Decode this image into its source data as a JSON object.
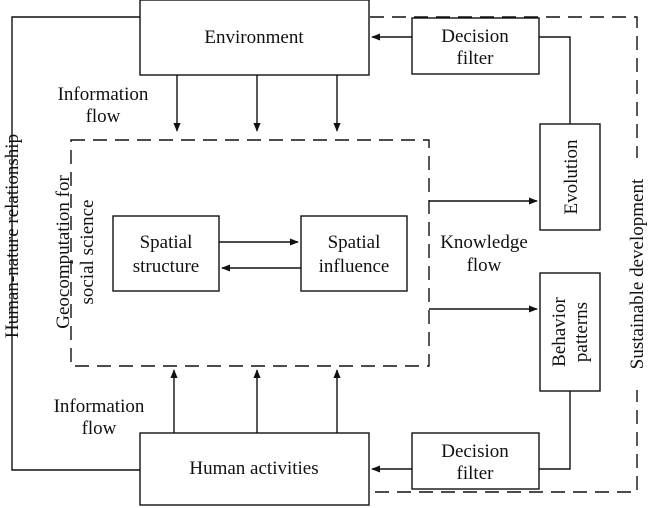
{
  "diagram": {
    "nodes": {
      "environment": "Environment",
      "decision_filter_top": [
        "Decision",
        "filter"
      ],
      "evolution": "Evolution",
      "behavior_patterns": [
        "Behavior",
        "patterns"
      ],
      "spatial_structure": [
        "Spatial",
        "structure"
      ],
      "spatial_influence": [
        "Spatial",
        "influence"
      ],
      "human_activities": "Human activities",
      "decision_filter_bottom": [
        "Decision",
        "filter"
      ]
    },
    "labels": {
      "information_flow_top": [
        "Information",
        "flow"
      ],
      "information_flow_bottom": [
        "Information",
        "flow"
      ],
      "knowledge_flow": [
        "Knowledge",
        "flow"
      ],
      "geocomputation": [
        "Geocomputation for",
        "social science"
      ],
      "human_nature": "Human-nature relationship",
      "sustainable_development": "Sustainable development"
    }
  }
}
